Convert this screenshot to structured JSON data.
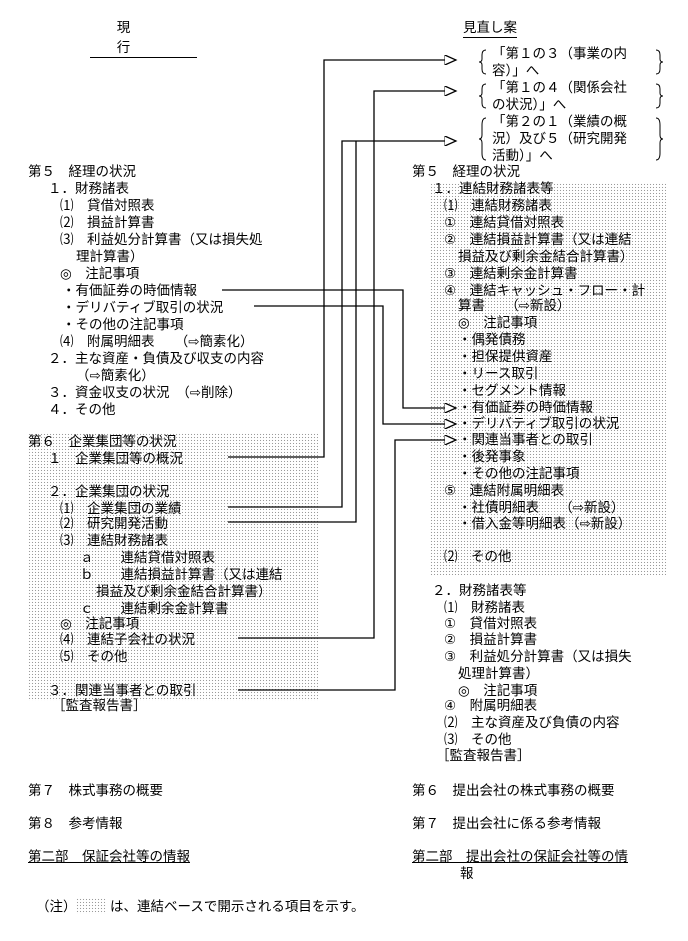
{
  "headers": {
    "current": "現　行",
    "proposed": "見直し案"
  },
  "bracket_items": [
    [
      "「第１の３（事業の内",
      "容）」へ"
    ],
    [
      "「第１の４（関係会社",
      "の状況）」へ"
    ],
    [
      "「第２の１（業績の概",
      "況）及び５（研究開発",
      "活動）」へ"
    ]
  ],
  "left": {
    "s5": {
      "title": "第５　経理の状況",
      "i1": "１．財務諸表",
      "i1_1": "⑴　貸借対照表",
      "i1_2": "⑵　損益計算書",
      "i1_3a": "⑶　利益処分計算書（又は損失処",
      "i1_3b": "理計算書）",
      "notes": "◎　注記事項",
      "n1": "・有価証券の時価情報",
      "n2": "・デリバティブ取引の状況",
      "n3": "・その他の注記事項",
      "i1_4": "⑷　附属明細表　　（⇨簡素化）",
      "i2a": "２．主な資産・負債及び収支の内容",
      "i2b": "（⇨簡素化）",
      "i3": "３．資金収支の状況　（⇨削除）",
      "i4": "４．その他"
    },
    "s6": {
      "title": "第６　企業集団等の状況",
      "i1": "１　企業集団等の概況",
      "i2": "２．企業集団の状況",
      "i2_1": "⑴　企業集団の業績",
      "i2_2": "⑵　研究開発活動",
      "i2_3": "⑶　連結財務諸表",
      "a": "ａ　　連結貸借対照表",
      "b1": "ｂ　　連結損益計算書（又は連結",
      "b2": "損益及び剰余金結合計算書）",
      "c": "ｃ　　連結剰余金計算書",
      "notes": "◎　注記事項",
      "i2_4": "⑷　連結子会社の状況",
      "i2_5": "⑸　その他",
      "i3": "３．関連当事者との取引",
      "audit": "［監査報告書］"
    },
    "s7": "第７　株式事務の概要",
    "s8": "第８　参考情報",
    "part2": "第二部　保証会社等の情報"
  },
  "right": {
    "s5": {
      "title": "第５　経理の状況",
      "c1": "１．連結財務諸表等",
      "c1_1": "⑴　連結財務諸表",
      "r1": "①　連結貸借対照表",
      "r2a": "②　連結損益計算書（又は連結",
      "r2b": "損益及び剰余金結合計算書）",
      "r3": "③　連結剰余金計算書",
      "r4a": "④　連結キャッシュ・フロー・計",
      "r4b": "算書　　（⇨新設）",
      "notes": "◎　注記事項",
      "k1": "・偶発債務",
      "k2": "・担保提供資産",
      "k3": "・リース取引",
      "k4": "・セグメント情報",
      "k5": "・有価証券の時価情報",
      "k6": "・デリバティブ取引の状況",
      "k7": "・関連当事者との取引",
      "k8": "・後発事象",
      "k9": "・その他の注記事項",
      "r5": "⑤　連結附属明細表",
      "m1": "・社債明細表　　（⇨新設）",
      "m2": "・借入金等明細表（⇨新設）",
      "c1_2": "⑵　その他",
      "f": "２．財務諸表等",
      "f_1": "⑴　財務諸表",
      "f1": "①　貸借対照表",
      "f2": "②　損益計算書",
      "f3a": "③　利益処分計算書（又は損失",
      "f3b": "処理計算書）",
      "fnotes": "◎　注記事項",
      "f4": "④　附属明細表",
      "f_2": "⑵　主な資産及び負債の内容",
      "f_3": "⑶　その他",
      "audit": "［監査報告書］"
    },
    "s6": "第６　提出会社の株式事務の概要",
    "s7": "第７　提出会社に係る参考情報",
    "part2a": "第二部　提出会社の保証会社等の情",
    "part2b": "報"
  },
  "footnote": {
    "prefix": "（注）",
    "text": "は、連結ベースで開示される項目を示す。"
  }
}
